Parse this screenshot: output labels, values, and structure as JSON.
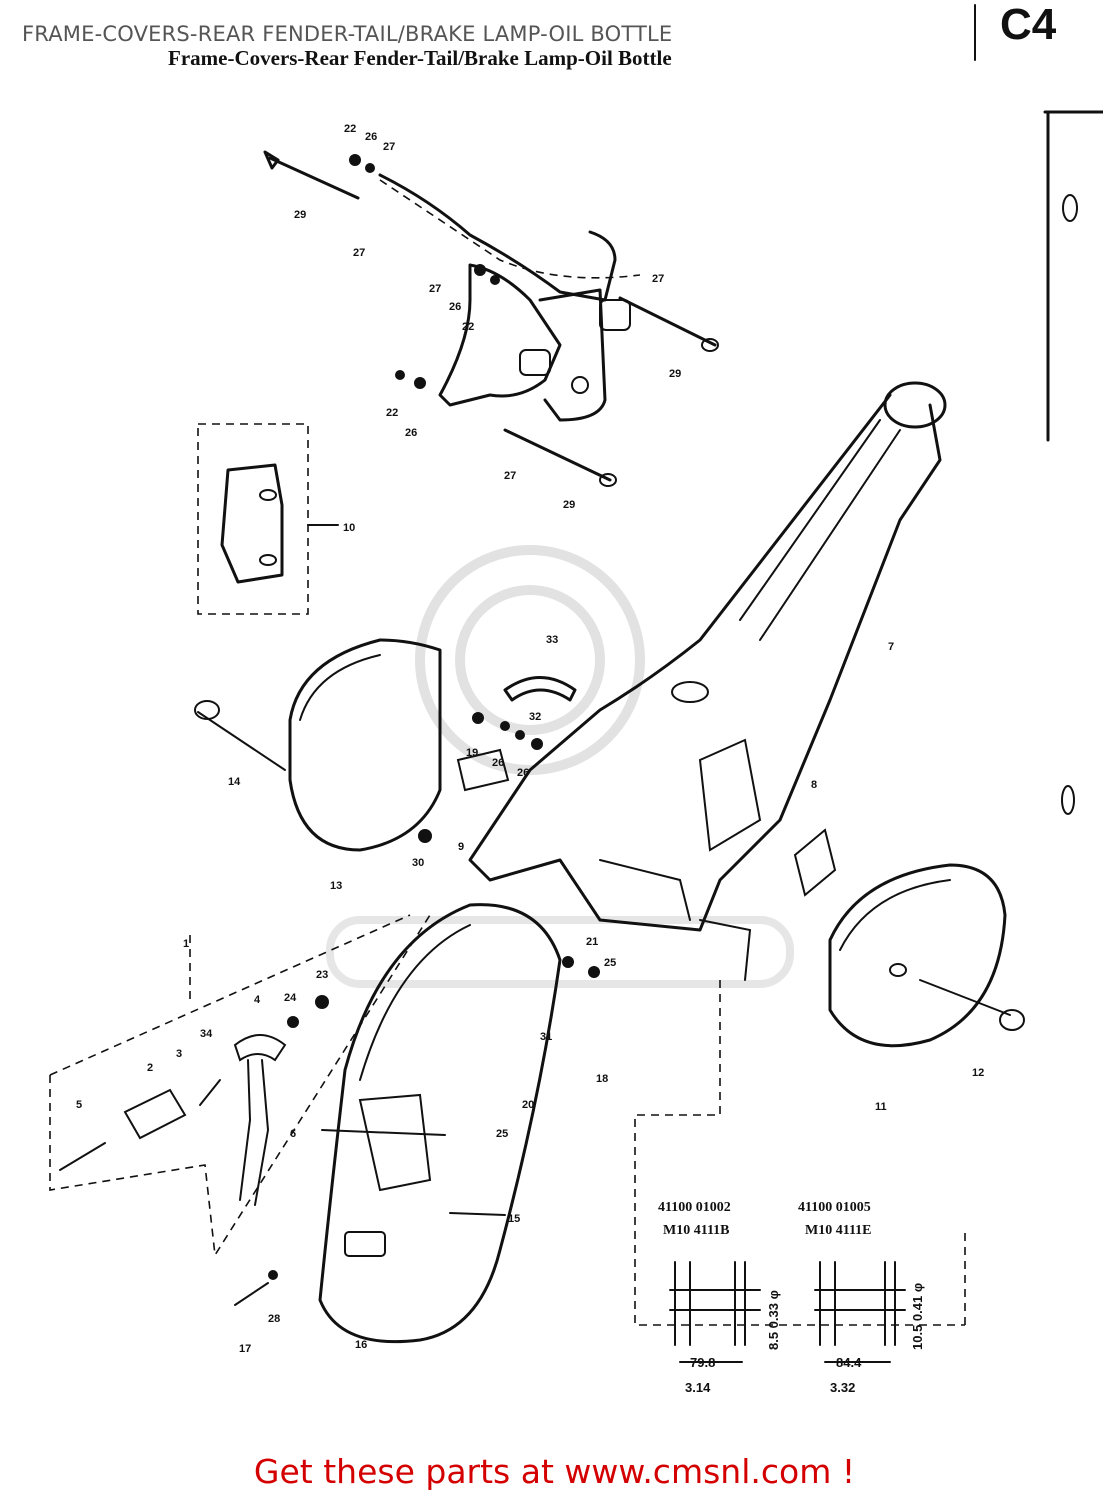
{
  "header": {
    "page_title": "FRAME-COVERS-REAR FENDER-TAIL/BRAKE LAMP-OIL BOTTLE",
    "diagram_heading": "Frame-Covers-Rear Fender-Tail/Brake Lamp-Oil Bottle",
    "page_code": "C4"
  },
  "callouts": [
    "22",
    "26",
    "27",
    "29",
    "27",
    "27",
    "26",
    "22",
    "27",
    "29",
    "22",
    "26",
    "27",
    "29",
    "10",
    "33",
    "7",
    "32",
    "19",
    "26",
    "26",
    "14",
    "9",
    "8",
    "30",
    "13",
    "21",
    "25",
    "23",
    "24",
    "4",
    "34",
    "3",
    "2",
    "5",
    "31",
    "18",
    "12",
    "11",
    "20",
    "25",
    "6",
    "15",
    "28",
    "17",
    "16",
    "1"
  ],
  "spec_table": {
    "columns": [
      {
        "part_number": "41100 01002",
        "model": "M10 4111B",
        "dim_vertical": "8.5 0.33 φ",
        "dim_horizontal": "79.8",
        "dim_horizontal_in": "3.14"
      },
      {
        "part_number": "41100 01005",
        "model": "M10 4111E",
        "dim_vertical": "10.5 0.41 φ",
        "dim_horizontal": "84.4",
        "dim_horizontal_in": "3.32"
      }
    ]
  },
  "footer": {
    "ad_text": "Get these parts at www.cmsnl.com !"
  },
  "colors": {
    "footer_text": "#d40000",
    "title_text": "#555555",
    "ink": "#111111",
    "watermark": "#e2e2e2"
  }
}
